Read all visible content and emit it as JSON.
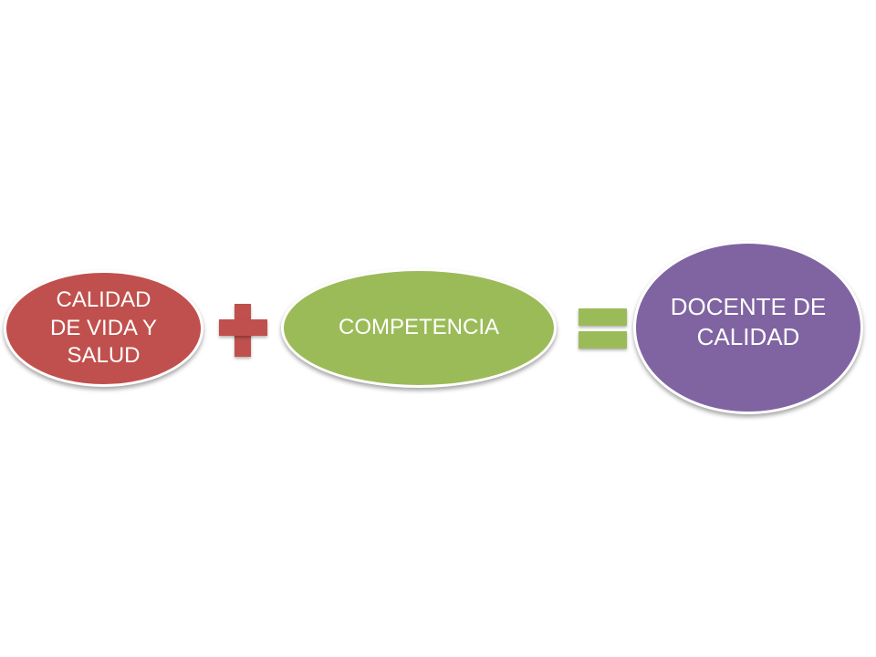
{
  "diagram": {
    "term1": {
      "text": "CALIDAD DE VIDA Y SALUD",
      "color": "#c0504d"
    },
    "term2": {
      "text": "COMPETENCIA",
      "color": "#9bbb59"
    },
    "result": {
      "text": "DOCENTE DE CALIDAD",
      "color": "#8064a2"
    },
    "plus_operator": {
      "icon": "plus-icon",
      "color": "#c0504d"
    },
    "equals_operator": {
      "icon": "equals-icon",
      "color": "#9bbb59"
    }
  }
}
